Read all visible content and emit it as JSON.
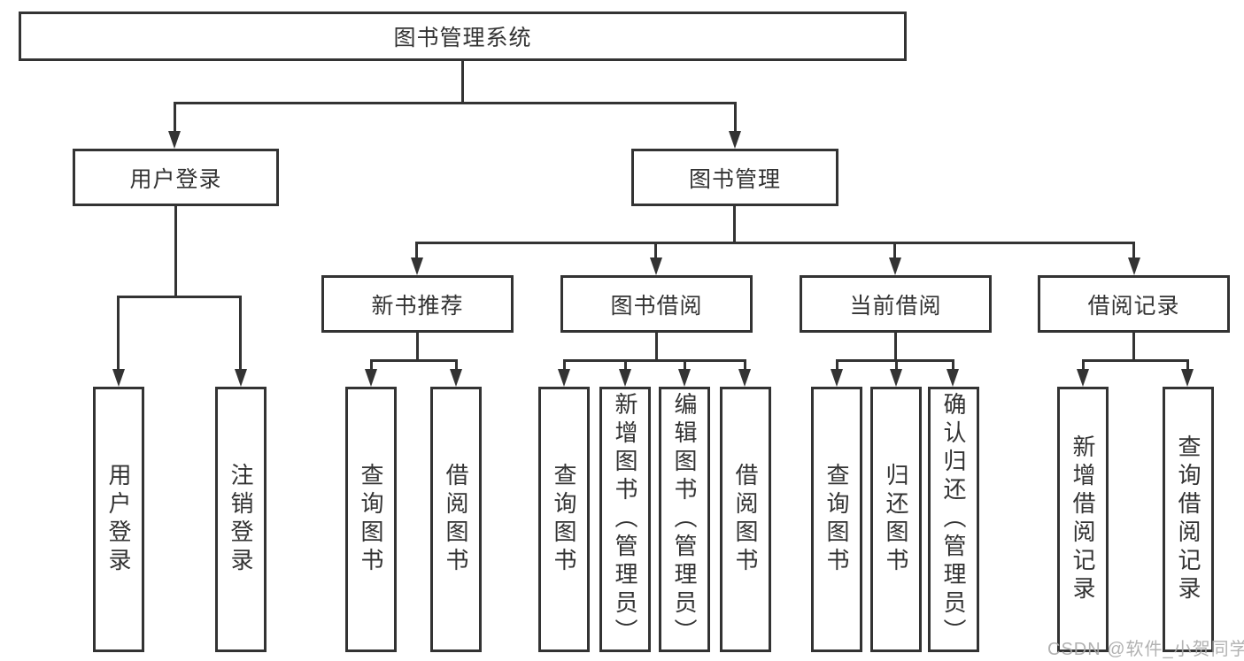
{
  "diagram": {
    "title": "图书管理系统",
    "tree": {
      "label": "图书管理系统",
      "children": [
        {
          "label": "用户登录",
          "children": [
            {
              "label": "用户登录"
            },
            {
              "label": "注销登录"
            }
          ]
        },
        {
          "label": "图书管理",
          "children": [
            {
              "label": "新书推荐",
              "children": [
                {
                  "label": "查询图书"
                },
                {
                  "label": "借阅图书"
                }
              ]
            },
            {
              "label": "图书借阅",
              "children": [
                {
                  "label": "查询图书"
                },
                {
                  "label": "新增图书（管理员）"
                },
                {
                  "label": "编辑图书（管理员）"
                },
                {
                  "label": "借阅图书"
                }
              ]
            },
            {
              "label": "当前借阅",
              "children": [
                {
                  "label": "查询图书"
                },
                {
                  "label": "归还图书"
                },
                {
                  "label": "确认归还（管理员）"
                }
              ]
            },
            {
              "label": "借阅记录",
              "children": [
                {
                  "label": "新增借阅记录"
                },
                {
                  "label": "查询借阅记录"
                }
              ]
            }
          ]
        }
      ]
    },
    "watermark": "CSDN @软件_小贺同学",
    "colors": {
      "line": "#333333",
      "text": "#333333",
      "box_background": "#ffffff",
      "watermark": "#aaaaaa",
      "background": "#ffffff"
    }
  }
}
